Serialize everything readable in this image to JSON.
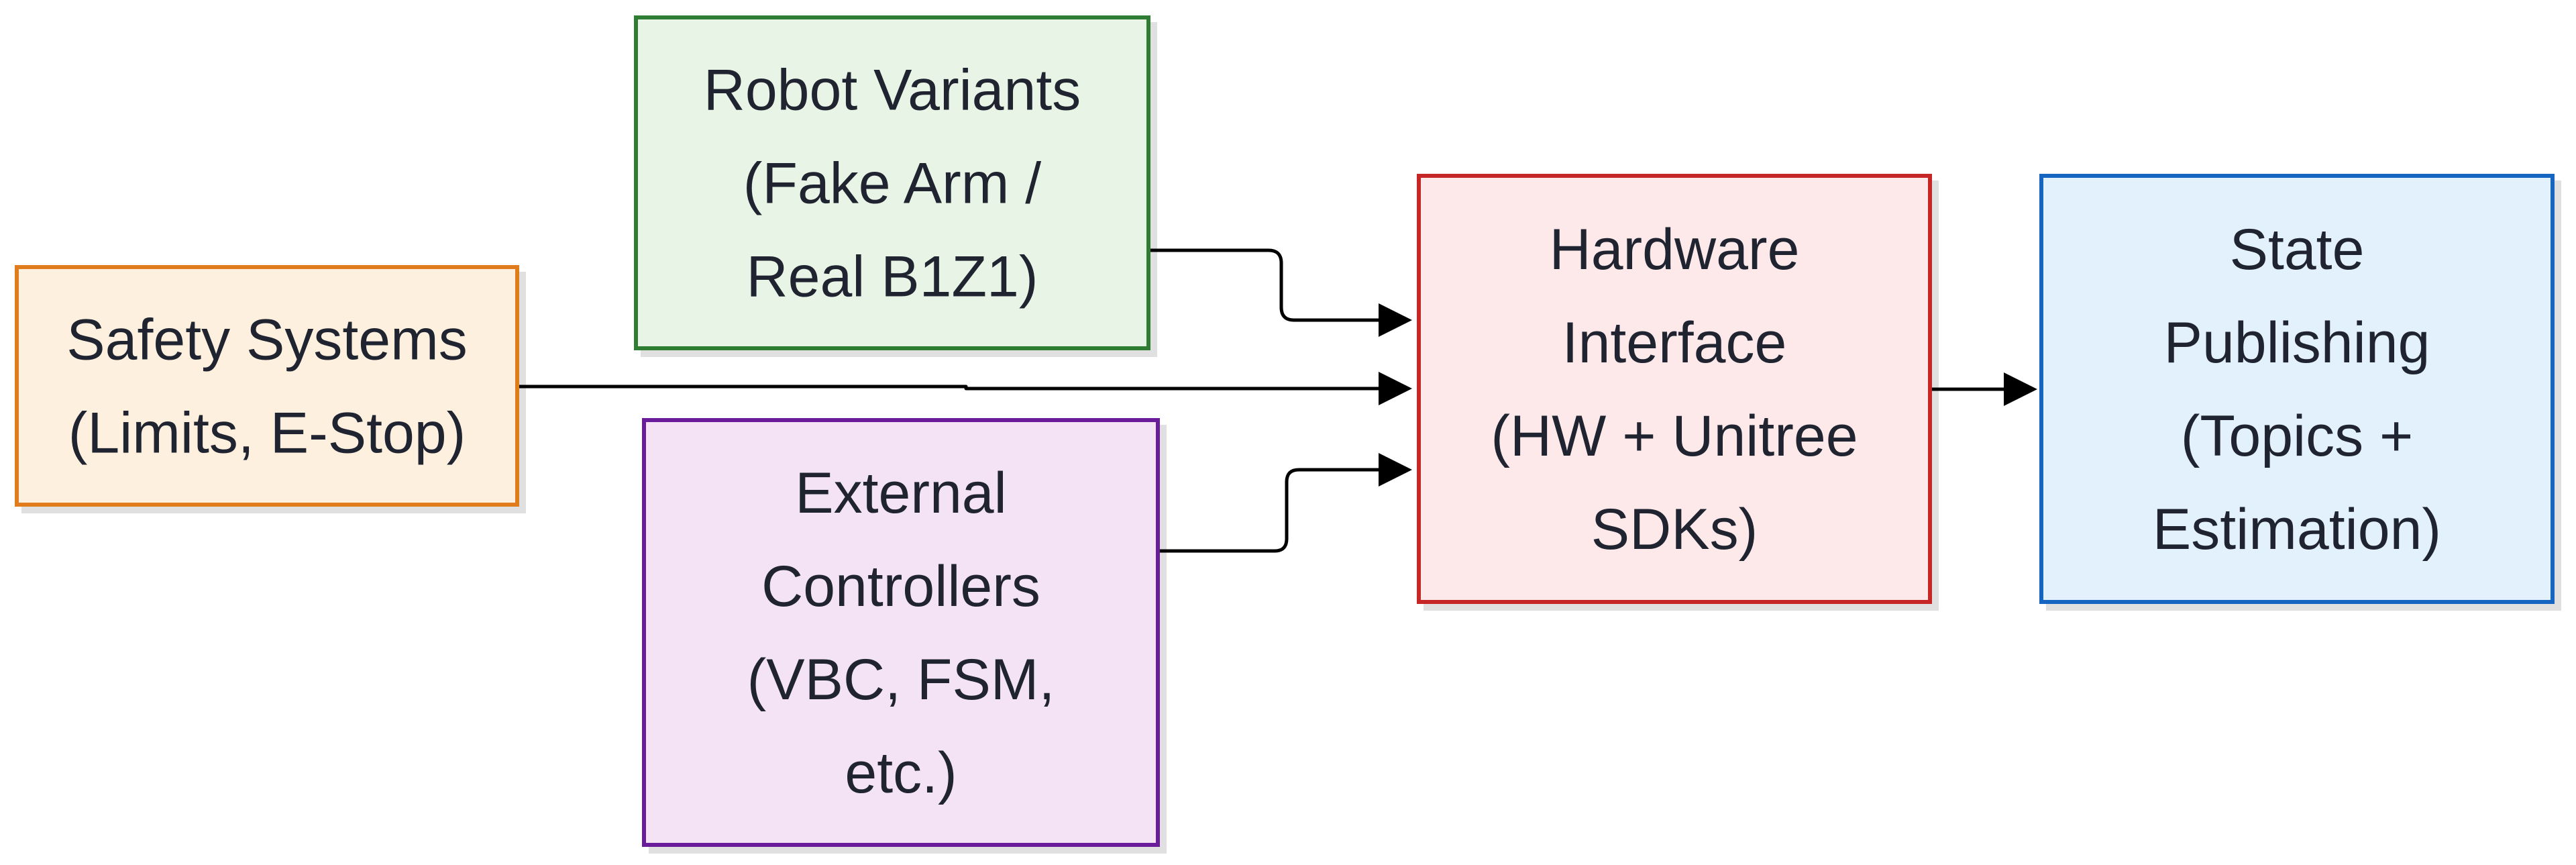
{
  "nodes": {
    "safety": {
      "lines": [
        "Safety Systems",
        "(Limits, E-Stop)"
      ],
      "fill": "#fdf0df",
      "stroke": "#e07b1e"
    },
    "robot": {
      "lines": [
        "Robot Variants",
        "(Fake Arm /",
        "Real B1Z1)"
      ],
      "fill": "#e8f4e5",
      "stroke": "#2e7d32"
    },
    "external": {
      "lines": [
        "External",
        "Controllers",
        "(VBC, FSM,",
        "etc.)"
      ],
      "fill": "#f4e3f5",
      "stroke": "#6a1b9a"
    },
    "hardware": {
      "lines": [
        "Hardware",
        "Interface",
        "(HW + Unitree",
        "SDKs)"
      ],
      "fill": "#fde8ea",
      "stroke": "#c62828"
    },
    "state": {
      "lines": [
        "State",
        "Publishing",
        "(Topics +",
        "Estimation)"
      ],
      "fill": "#e3f1fc",
      "stroke": "#1565c0"
    }
  },
  "edges": [
    {
      "from": "robot",
      "to": "hardware"
    },
    {
      "from": "safety",
      "to": "hardware"
    },
    {
      "from": "external",
      "to": "hardware"
    },
    {
      "from": "hardware",
      "to": "state"
    }
  ]
}
